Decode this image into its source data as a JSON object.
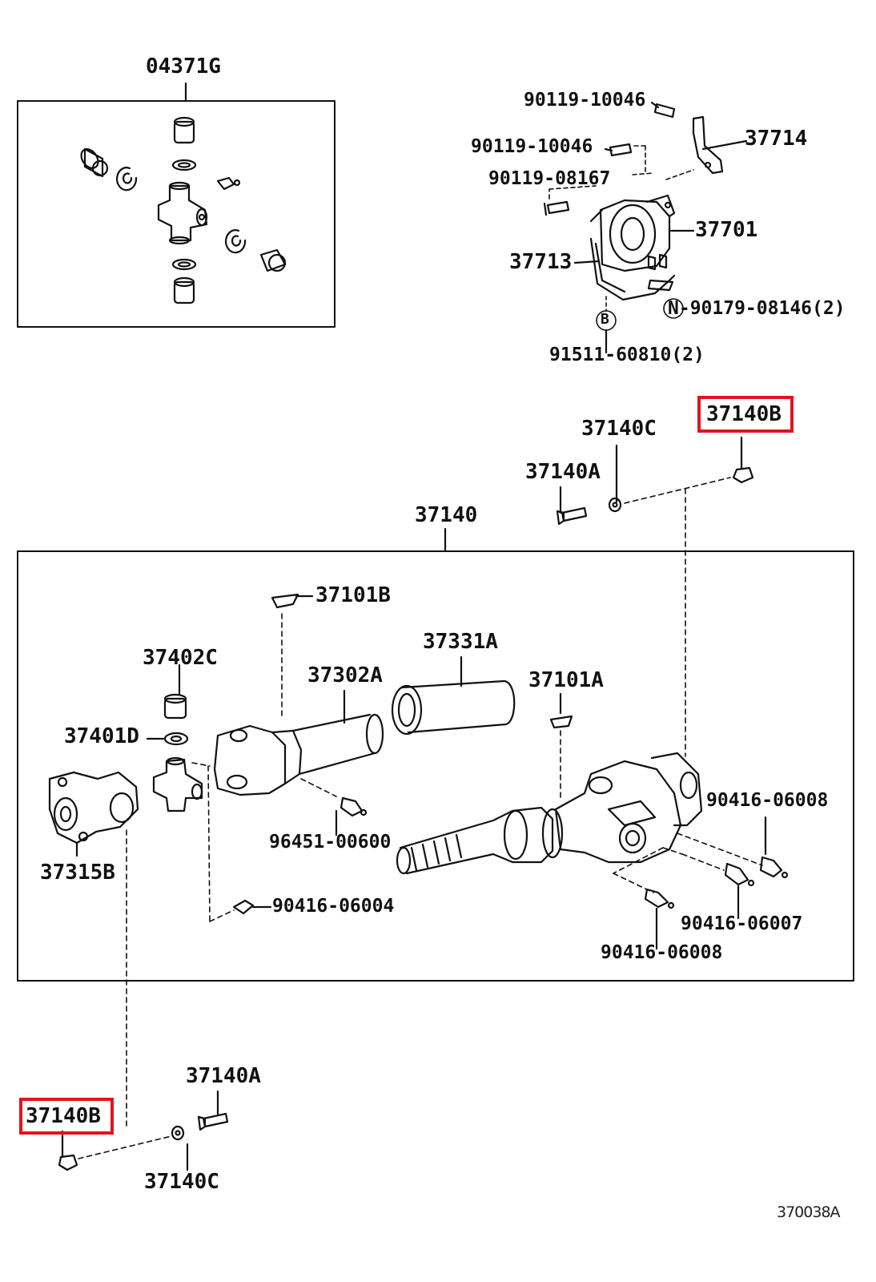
{
  "figure_number": "370038A",
  "labels": {
    "p04371G": "04371G",
    "p90119_10046_a": "90119-10046",
    "p90119_10046_b": "90119-10046",
    "p90119_08167": "90119-08167",
    "p37714": "37714",
    "p37701": "37701",
    "p37713": "37713",
    "p90179_08146": "N-90179-08146(2)",
    "pB": "B",
    "p91511_60810": "91511-60810(2)",
    "p37140B_top": "37140B",
    "p37140C_top": "37140C",
    "p37140A_top": "37140A",
    "p37140": "37140",
    "p37101B": "37101B",
    "p37331A": "37331A",
    "p37402C": "37402C",
    "p37302A": "37302A",
    "p37101A": "37101A",
    "p37401D": "37401D",
    "p90416_06008_a": "90416-06008",
    "p96451_00600": "96451-00600",
    "p37315B": "37315B",
    "p90416_06004": "90416-06004",
    "p90416_06007": "90416-06007",
    "p90416_06008_b": "90416-06008",
    "p37140A_bot": "37140A",
    "p37140B_bot": "37140B",
    "p37140C_bot": "37140C"
  },
  "highlight_color": "#e0151c"
}
